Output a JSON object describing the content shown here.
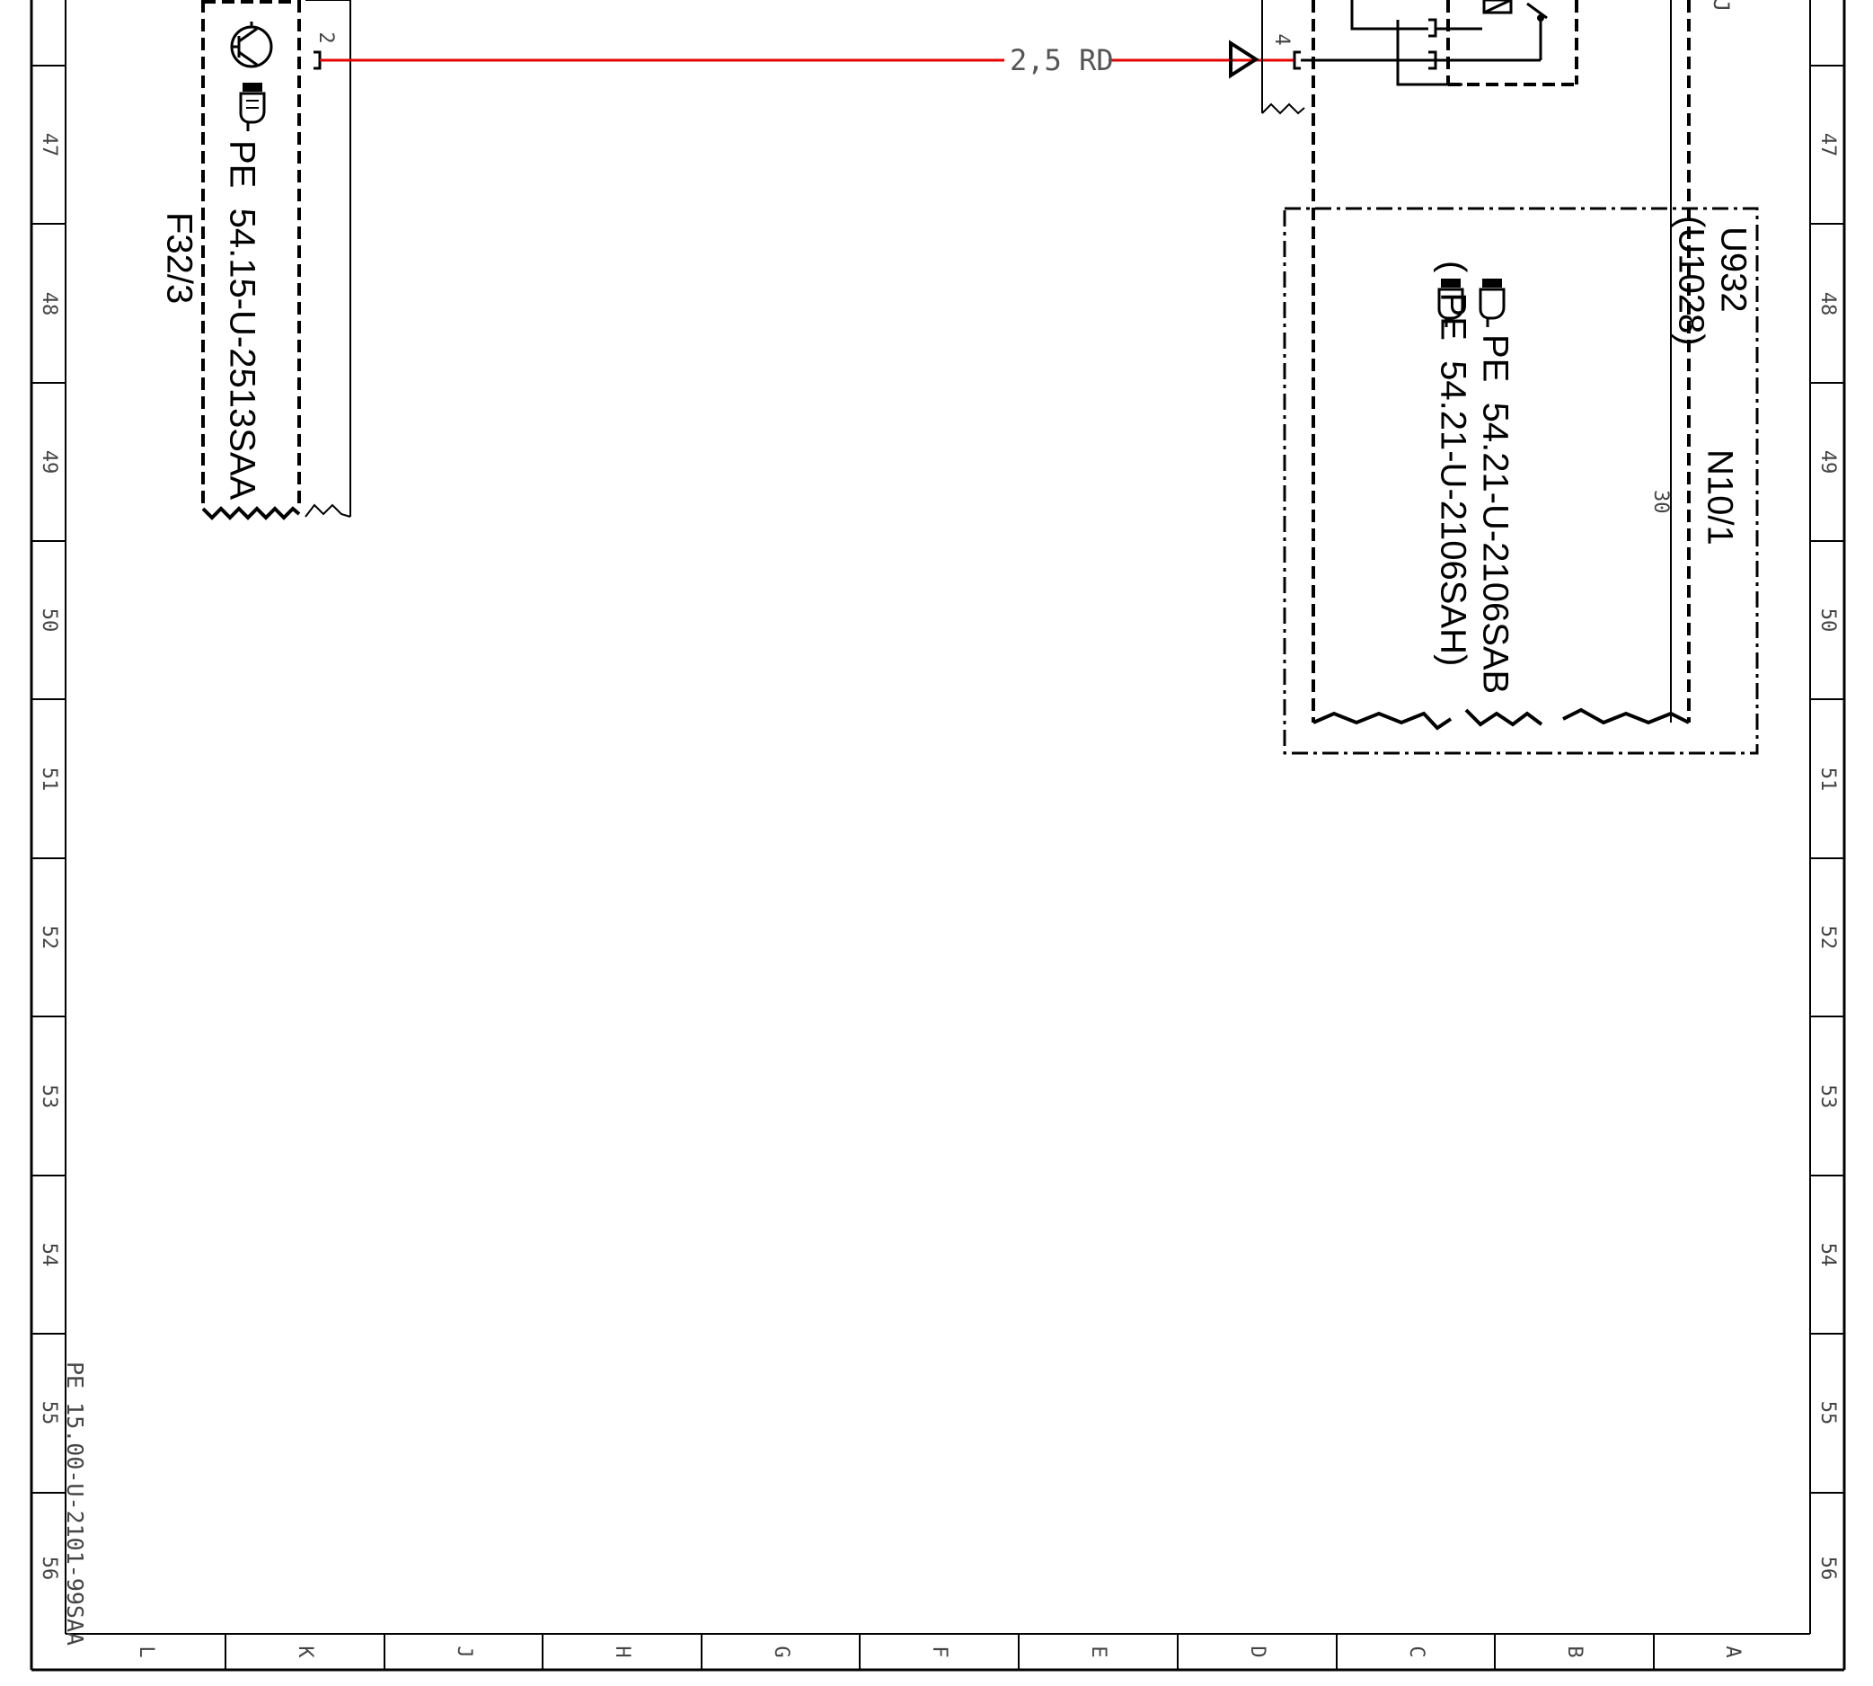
{
  "border": {
    "row_labels": [
      "47",
      "48",
      "49",
      "50",
      "51",
      "52",
      "53",
      "54",
      "55",
      "56"
    ],
    "column_labels": [
      "L",
      "K",
      "J",
      "H",
      "G",
      "F",
      "E",
      "D",
      "C",
      "B",
      "A"
    ]
  },
  "sheet_reference": "PE 15.00-U-2101-99SAA",
  "components": {
    "f32_3": {
      "designation": "F32/3",
      "reference": "PE  54.15-U-2513SAA",
      "pin": "2"
    },
    "connector_left": {
      "pin": "4"
    },
    "top_right_partial": {
      "text": "J"
    },
    "u932": {
      "designation": "U932",
      "alt_designation": "(U1028)",
      "sub_designation": "N10/1",
      "pin": "30",
      "reference_1": "PE  54.21-U-2106SAB",
      "reference_2": "(  PE  54.21-U-2106SAH)"
    }
  },
  "wire": {
    "label": "2,5 RD",
    "color": "#e60000"
  },
  "colors": {
    "line": "#000000",
    "wire": "#e60000",
    "grid_text": "#555555"
  }
}
